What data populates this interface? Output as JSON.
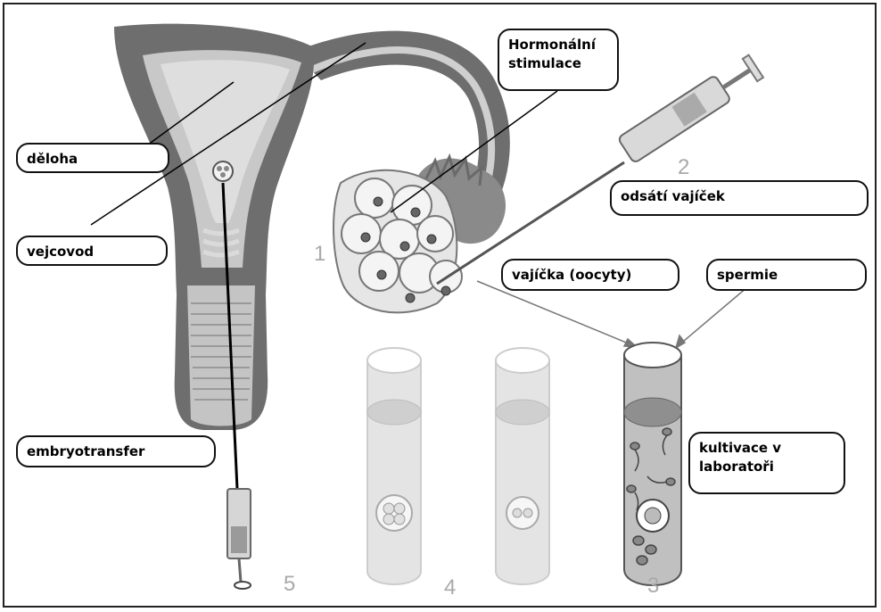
{
  "labels": {
    "hormonal_line1": "Hormonální",
    "hormonal_line2": "stimulace",
    "deloha": "děloha",
    "vejcovod": "vejcovod",
    "odsati": "odsátí vajíček",
    "vajicka": "vajíčka (oocyty)",
    "spermie": "spermie",
    "kultivace_line1": "kultivace v",
    "kultivace_line2": "laboratoři",
    "embryotransfer": "embryotransfer"
  },
  "steps": {
    "s1": "1",
    "s2": "2",
    "s3": "3",
    "s4": "4",
    "s5": "5"
  },
  "colors": {
    "uterus_dark": "#6e6e6e",
    "uterus_light": "#c8c8c8",
    "cavity": "#dcdcdc",
    "line": "#000000",
    "step_number": "#a9a9a9",
    "tube_fill": "#e4e4e4"
  }
}
